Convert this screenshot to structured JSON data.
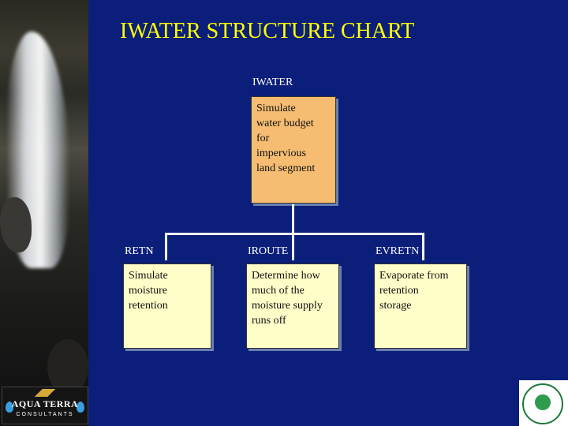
{
  "title": "IWATER STRUCTURE CHART",
  "root": {
    "name": "IWATER",
    "description_lines": [
      "Simulate",
      "water budget",
      "for",
      "impervious",
      "land segment"
    ]
  },
  "children": [
    {
      "name": "RETN",
      "description_lines": [
        "Simulate",
        "moisture",
        "retention"
      ]
    },
    {
      "name": "IROUTE",
      "description_lines": [
        "Determine how",
        "much of the",
        "moisture supply",
        "runs off"
      ]
    },
    {
      "name": "EVRETN",
      "description_lines": [
        "Evaporate from",
        "retention",
        "storage"
      ]
    }
  ],
  "logo": {
    "name": "AQUA TERRA",
    "subtitle": "CONSULTANTS"
  },
  "colors": {
    "background": "#0b1f7a",
    "title": "#ffff00",
    "root_box": "#f6bd72",
    "child_box": "#fffdc8",
    "connector": "#ffffff"
  }
}
